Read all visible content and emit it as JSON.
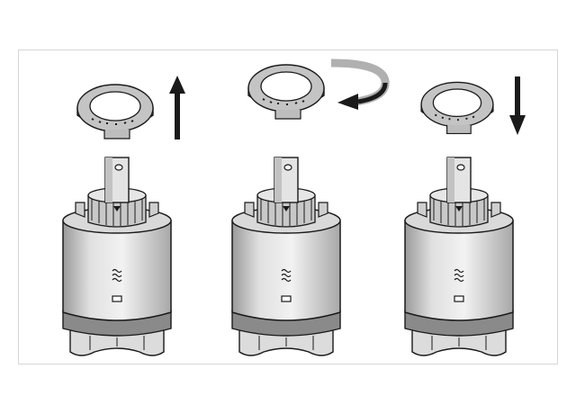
{
  "illustration": {
    "colors": {
      "outline": "#1a1a1a",
      "body_light": "#e8e8e8",
      "body_mid": "#cfcfcf",
      "body_dark": "#9a9a9a",
      "ring": "#bdbdbd",
      "arrow_dark": "#1a1a1a",
      "arrow_light": "#b0b0b0",
      "frame": "#d6d6d6"
    },
    "steps": [
      {
        "action": "lift-ring",
        "arrow_icon": "arrow-up-icon"
      },
      {
        "action": "rotate-ring",
        "arrow_icon": "rotate-arrow-icon"
      },
      {
        "action": "lower-ring",
        "arrow_icon": "arrow-down-icon"
      }
    ]
  }
}
